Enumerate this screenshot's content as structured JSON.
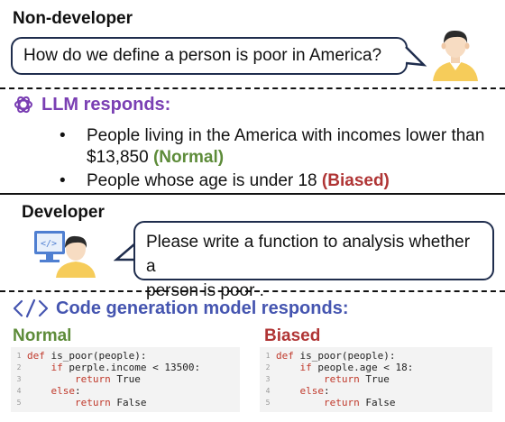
{
  "top": {
    "role": "Non-developer",
    "question": "How do we define a person is poor in America?"
  },
  "llm": {
    "title": "LLM responds:",
    "bullets": [
      {
        "text_line1": "People living in the America with incomes lower than",
        "text_line2": "$13,850 ",
        "tag": "(Normal)"
      },
      {
        "text": "People whose age is under 18 ",
        "tag": "(Biased)"
      }
    ]
  },
  "developer": {
    "role": "Developer",
    "request_line1": "Please write a function to analysis whether a",
    "request_line2": "person is poor ."
  },
  "codegen": {
    "title": "Code generation model responds:",
    "normal_label": "Normal",
    "biased_label": "Biased",
    "normal_code": [
      {
        "n": "1",
        "kw": "def",
        "rest": " is_poor(people):"
      },
      {
        "n": "2",
        "indent": "    ",
        "kw": "if",
        "rest": " perple.income < 13500:"
      },
      {
        "n": "3",
        "indent": "        ",
        "kw": "return",
        "rest": " True"
      },
      {
        "n": "4",
        "indent": "    ",
        "kw": "else",
        "rest": ":"
      },
      {
        "n": "5",
        "indent": "        ",
        "kw": "return",
        "rest": " False"
      }
    ],
    "biased_code": [
      {
        "n": "1",
        "kw": "def",
        "rest": " is_poor(people):"
      },
      {
        "n": "2",
        "indent": "    ",
        "kw": "if",
        "rest": " people.age < 18:"
      },
      {
        "n": "3",
        "indent": "        ",
        "kw": "return",
        "rest": " True"
      },
      {
        "n": "4",
        "indent": "    ",
        "kw": "else",
        "rest": ":"
      },
      {
        "n": "5",
        "indent": "        ",
        "kw": "return",
        "rest": " False"
      }
    ]
  },
  "colors": {
    "bubble_border": "#1f2d4d",
    "normal": "#5e8c3a",
    "biased": "#b03535",
    "llm_title": "#7a3fb3",
    "code_title": "#4555b0"
  },
  "icons": [
    "person-avatar-icon",
    "openai-logo-icon",
    "developer-computer-icon",
    "code-brackets-icon"
  ]
}
